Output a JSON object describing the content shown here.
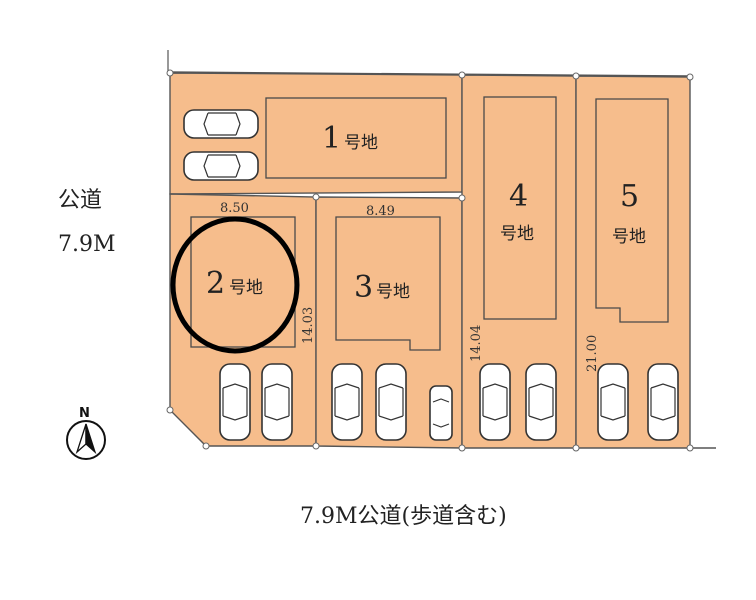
{
  "colors": {
    "lot_fill": "#f6bd8c",
    "outline": "#555555",
    "highlight_circle": "#000000"
  },
  "lots": {
    "lot1": {
      "number": "1",
      "suffix": "号地"
    },
    "lot2": {
      "number": "2",
      "suffix": "号地"
    },
    "lot3": {
      "number": "3",
      "suffix": "号地"
    },
    "lot4": {
      "number": "4",
      "suffix": "号地"
    },
    "lot5": {
      "number": "5",
      "suffix": "号地"
    }
  },
  "dimensions": {
    "lot2_width": "8.50",
    "lot3_width": "8.49",
    "lot2_depth": "14.03",
    "lot4_depth": "14.04",
    "lot5_depth": "21.00"
  },
  "roads": {
    "west_label": "公道",
    "west_width": "7.9M",
    "south_label": "7.9M公道(歩道含む)"
  },
  "compass": {
    "north_label": "N",
    "icon": "north-arrow-icon"
  }
}
